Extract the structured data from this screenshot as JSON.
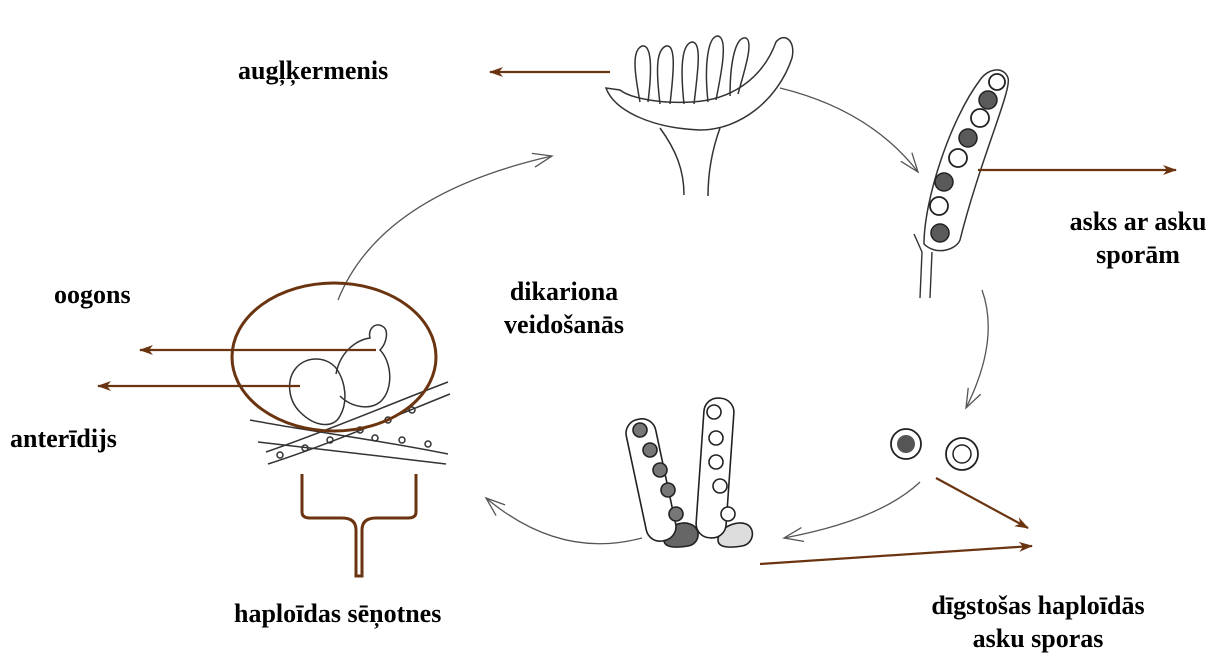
{
  "labels": {
    "fruiting_body": "augļķermenis",
    "ascus_line1": "asks ar asku",
    "ascus_line2": "sporām",
    "oogonium": "oogons",
    "antheridium": "anterīdijs",
    "dikaryon_line1": "dikariona",
    "dikaryon_line2": "veidošanās",
    "haploid_mycelium": "haploīdas sēņotnes",
    "germinating_line1": "dīgstošas haploīdās",
    "germinating_line2": "asku sporas"
  },
  "colors": {
    "pointer_arrow": "#6b3410",
    "sketch_line": "#3a3a3a",
    "spore_dark": "#555555",
    "text": "#000000"
  }
}
